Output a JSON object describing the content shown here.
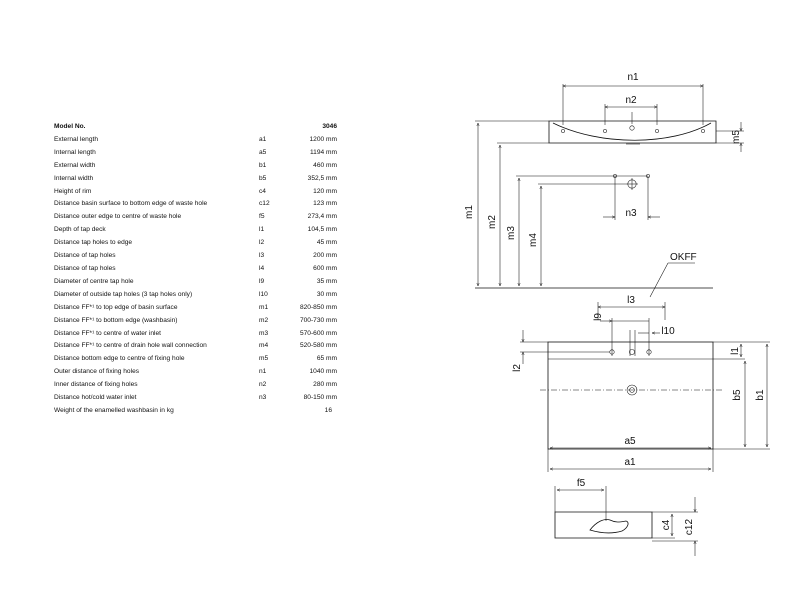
{
  "spec": {
    "header": {
      "label": "Model No.",
      "value": "3046"
    },
    "rows": [
      {
        "label": "External length",
        "code": "a1",
        "value": "1200 mm"
      },
      {
        "label": "Internal length",
        "code": "a5",
        "value": "1194 mm"
      },
      {
        "label": "External width",
        "code": "b1",
        "value": "460 mm"
      },
      {
        "label": "Internal width",
        "code": "b5",
        "value": "352,5 mm"
      },
      {
        "label": "Height of rim",
        "code": "c4",
        "value": "120 mm"
      },
      {
        "label": "Distance basin surface to bottom edge of waste hole",
        "code": "c12",
        "value": "123 mm"
      },
      {
        "label": "Distance outer edge to centre of waste hole",
        "code": "f5",
        "value": "273,4 mm"
      },
      {
        "label": "Depth of tap deck",
        "code": "l1",
        "value": "104,5 mm"
      },
      {
        "label": "Distance tap holes to edge",
        "code": "l2",
        "value": "45 mm"
      },
      {
        "label": "Distance of tap holes",
        "code": "l3",
        "value": "200 mm"
      },
      {
        "label": "Distance of tap holes",
        "code": "l4",
        "value": "600 mm"
      },
      {
        "label": "Diameter of centre tap hole",
        "code": "l9",
        "value": "35 mm"
      },
      {
        "label": "Diameter of outside tap holes (3 tap holes only)",
        "code": "l10",
        "value": "30 mm"
      },
      {
        "label": "Distance FF*¹ to top edge of basin surface",
        "code": "m1",
        "value": "820-850 mm"
      },
      {
        "label": "Distance FF*¹ to bottom edge (washbasin)",
        "code": "m2",
        "value": "700-730 mm"
      },
      {
        "label": "Distance FF*¹ to centre of water inlet",
        "code": "m3",
        "value": "570-600 mm"
      },
      {
        "label": "Distance FF*¹ to centre of drain hole wall connection",
        "code": "m4",
        "value": "520-580 mm"
      },
      {
        "label": "Distance bottom edge to centre of fixing hole",
        "code": "m5",
        "value": "65 mm"
      },
      {
        "label": "Outer distance of fixing holes",
        "code": "n1",
        "value": "1040 mm"
      },
      {
        "label": "Inner distance of fixing holes",
        "code": "n2",
        "value": "280 mm"
      },
      {
        "label": "Distance hot/cold water inlet",
        "code": "n3",
        "value": "80-150 mm"
      },
      {
        "label": "Weight of the enamelled washbasin in kg",
        "code": "",
        "value": "16"
      }
    ]
  },
  "drawing": {
    "front_view": {
      "n1": "n1",
      "n2": "n2",
      "n3": "n3",
      "m1": "m1",
      "m2": "m2",
      "m3": "m3",
      "m4": "m4",
      "m5": "m5",
      "floor": "OKFF"
    },
    "top_view": {
      "l3": "l3",
      "l9": "l9",
      "l10": "l10",
      "l1": "l1",
      "l2": "l2",
      "b5": "b5",
      "b1": "b1",
      "a5": "a5",
      "a1": "a1"
    },
    "side_view": {
      "f5": "f5",
      "c4": "c4",
      "c12": "c12"
    }
  }
}
